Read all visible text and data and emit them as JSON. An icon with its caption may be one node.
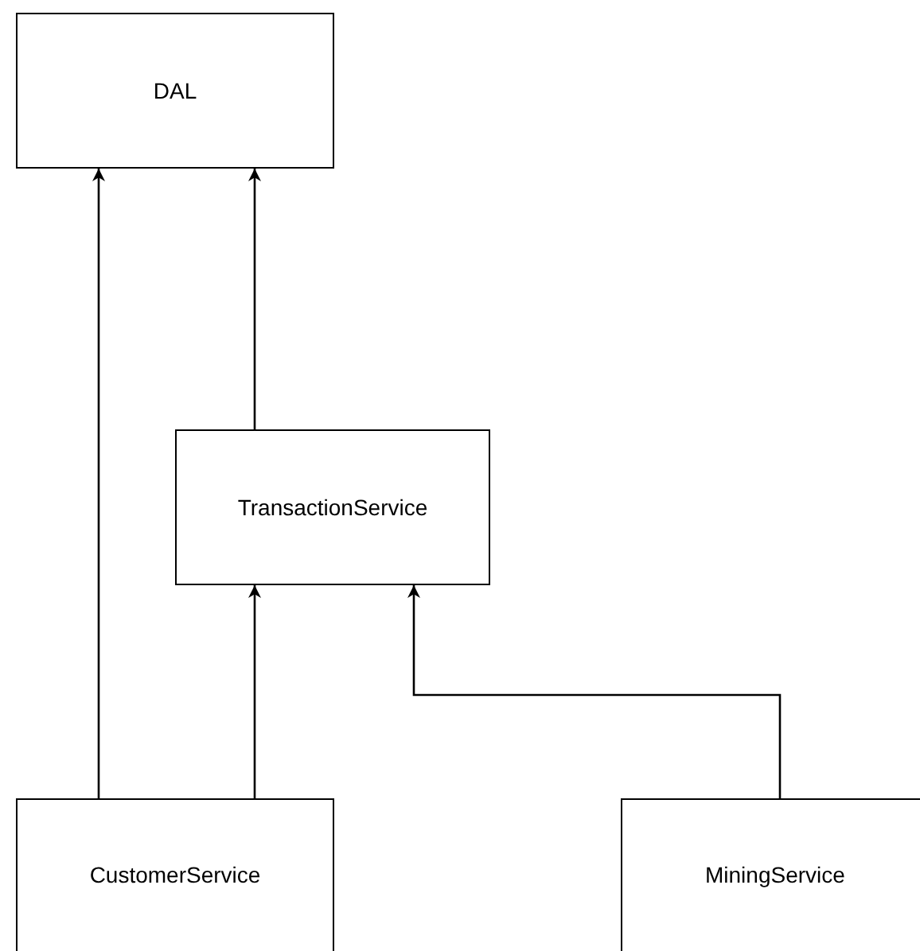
{
  "diagram": {
    "nodes": [
      {
        "text": [
          "DAL"
        ]
      },
      {
        "text": [
          "TransactionService"
        ]
      },
      {
        "text": [
          "CustomerService"
        ]
      },
      {
        "text": [
          "MiningService"
        ]
      }
    ],
    "edges": [
      {
        "from": 2,
        "to": 0,
        "arrow": "to"
      },
      {
        "from": 2,
        "to": 1,
        "arrow": "to"
      },
      {
        "from": 1,
        "to": 0,
        "arrow": "to"
      },
      {
        "from": 3,
        "to": 1,
        "arrow": "to"
      }
    ]
  }
}
